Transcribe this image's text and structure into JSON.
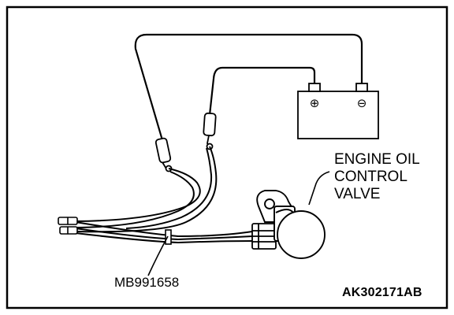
{
  "labels": {
    "engine_oil_control_valve": [
      "ENGINE OIL",
      "CONTROL",
      "VALVE"
    ],
    "tool_number": "MB991658",
    "figure_code": "AK302171AB"
  },
  "battery": {
    "positive_symbol": "⊕",
    "negative_symbol": "⊖"
  },
  "colors": {
    "line": "#000000",
    "background": "#ffffff"
  }
}
